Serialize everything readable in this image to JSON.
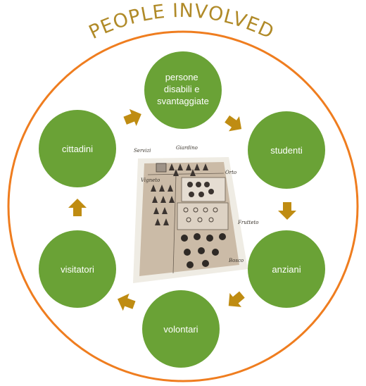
{
  "title": "PEOPLE INVOLVED",
  "colors": {
    "ring": "#ef7d1f",
    "node": "#6aa236",
    "arrow": "#bf8c12",
    "title": "#b08a28"
  },
  "nodes": [
    {
      "id": "persone",
      "label_lines": [
        "persone",
        "disabili e",
        "svantaggiate"
      ]
    },
    {
      "id": "studenti",
      "label_lines": [
        "studenti"
      ]
    },
    {
      "id": "anziani",
      "label_lines": [
        "anziani"
      ]
    },
    {
      "id": "volontari",
      "label_lines": [
        "volontari"
      ]
    },
    {
      "id": "visitatori",
      "label_lines": [
        "visitatori"
      ]
    },
    {
      "id": "cittadini",
      "label_lines": [
        "cittadini"
      ]
    }
  ],
  "sketch": {
    "labels": {
      "servizi": "Servizi",
      "giardino": "Giardino",
      "orto": "Orto",
      "vigneto": "Vigneto",
      "frutteto": "Frutteto",
      "bosco": "Bosco"
    }
  }
}
